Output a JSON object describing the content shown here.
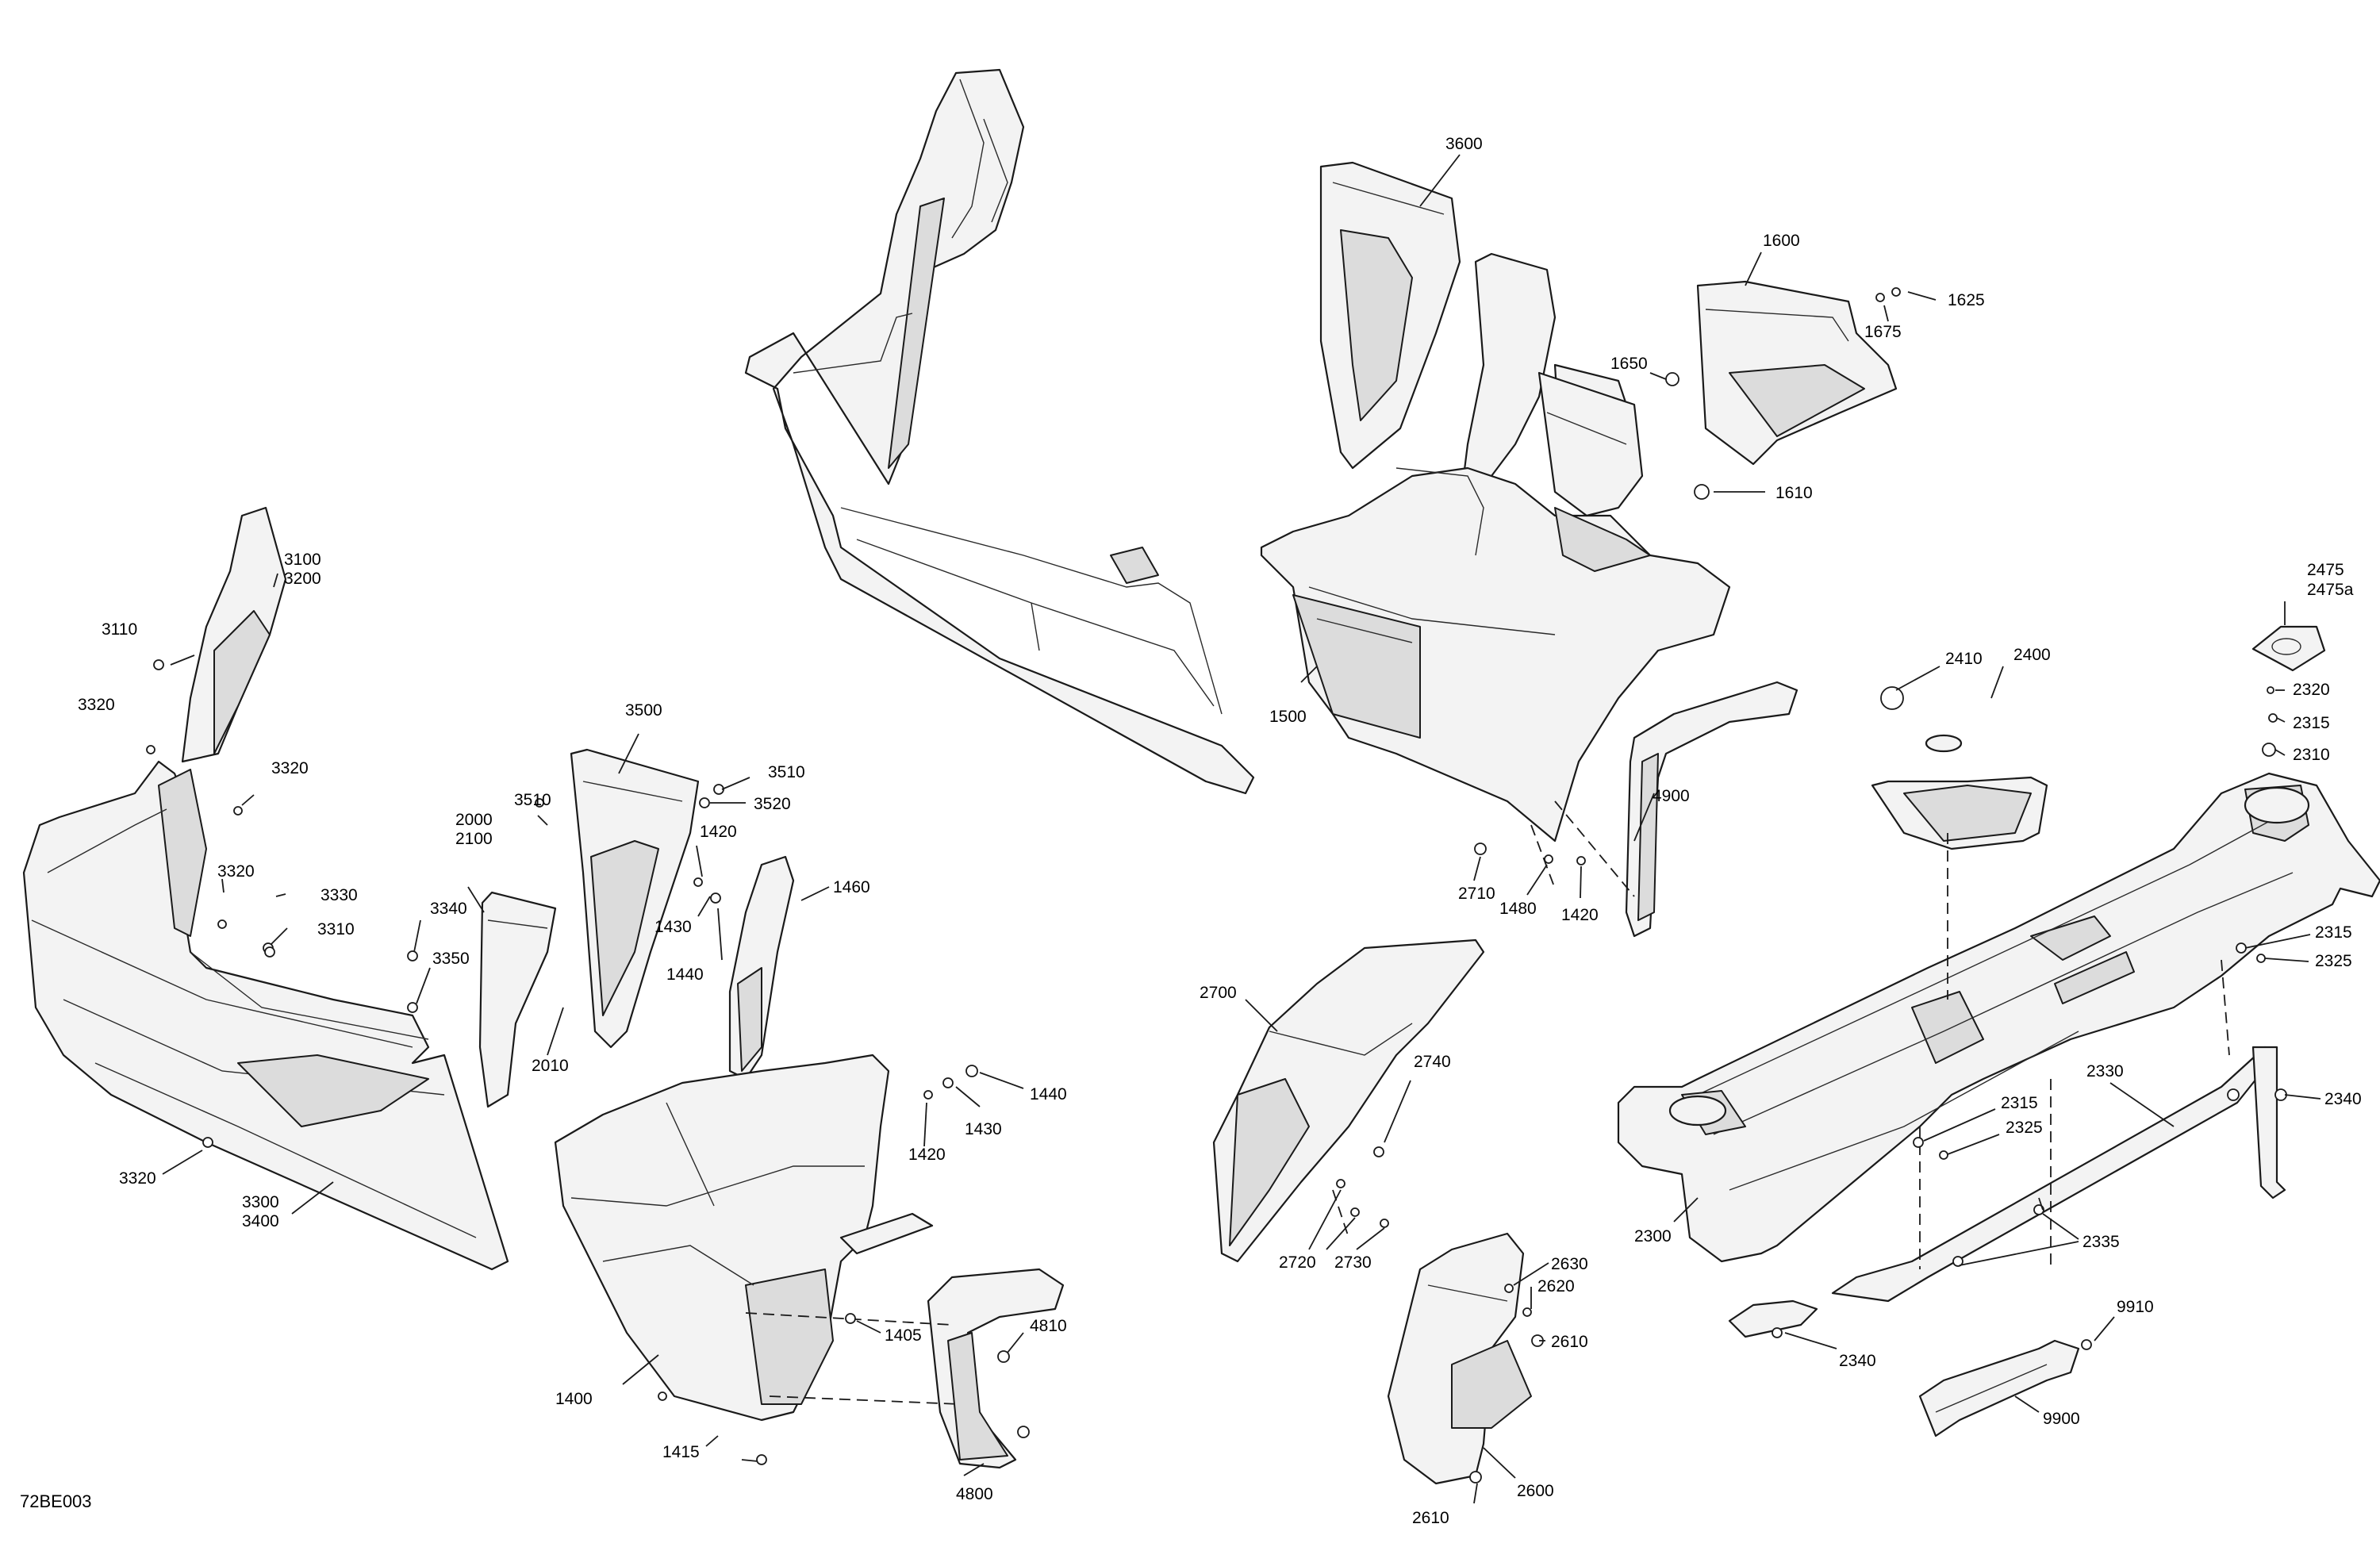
{
  "figure_code": "72BE003",
  "callouts": {
    "c3600": "3600",
    "c1600": "1600",
    "c1625": "1625",
    "c1675": "1675",
    "c1650": "1650",
    "c1610": "1610",
    "c1500": "1500",
    "c3100": "3100",
    "c3200": "3200",
    "c3110": "3110",
    "c3320a": "3320",
    "c3320b": "3320",
    "c3320c": "3320",
    "c3320d": "3320",
    "c3330": "3330",
    "c3310": "3310",
    "c3340": "3340",
    "c3350": "3350",
    "c3300": "3300",
    "c3400": "3400",
    "c3500": "3500",
    "c3510a": "3510",
    "c3510b": "3510",
    "c3520": "3520",
    "c2000": "2000",
    "c2100": "2100",
    "c2010": "2010",
    "c1420a": "1420",
    "c1420b": "1420",
    "c1420c": "1420",
    "c1430a": "1430",
    "c1430b": "1430",
    "c1440a": "1440",
    "c1440b": "1440",
    "c1460": "1460",
    "c1400": "1400",
    "c1405": "1405",
    "c1415": "1415",
    "c4810": "4810",
    "c4800": "4800",
    "c4900": "4900",
    "c2710": "2710",
    "c1480": "1480",
    "c2700": "2700",
    "c2740": "2740",
    "c2720": "2720",
    "c2730": "2730",
    "c2630": "2630",
    "c2620": "2620",
    "c2610a": "2610",
    "c2610b": "2610",
    "c2600": "2600",
    "c2475": "2475",
    "c2475a": "2475a",
    "c2410": "2410",
    "c2400": "2400",
    "c2320": "2320",
    "c2315a": "2315",
    "c2315b": "2315",
    "c2315c": "2315",
    "c2310": "2310",
    "c2325a": "2325",
    "c2325b": "2325",
    "c2330": "2330",
    "c2340a": "2340",
    "c2340b": "2340",
    "c2300": "2300",
    "c2335": "2335",
    "c9910": "9910",
    "c9900": "9900"
  }
}
